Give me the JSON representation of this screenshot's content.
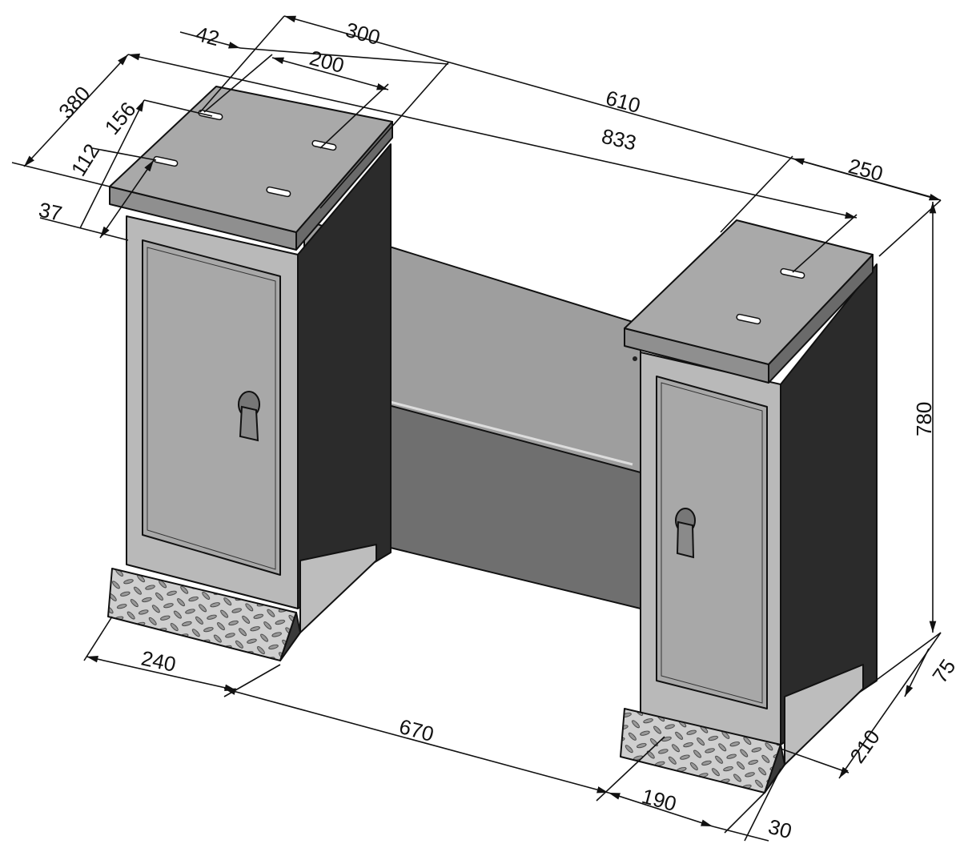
{
  "drawing": {
    "colors": {
      "light_face": "#b9b9b9",
      "top_face": "#a9a9a9",
      "mid_face": "#8f8f8f",
      "dark_face": "#2b2b2b",
      "lower_panel": "#6f6f6f",
      "plate": "#c8c8c8",
      "line": "#111111"
    },
    "dimensions": {
      "d42": "42",
      "d300": "300",
      "d200": "200",
      "d610": "610",
      "d833": "833",
      "d380": "380",
      "d156": "156",
      "d112": "112",
      "d37": "37",
      "d250": "250",
      "d780": "780",
      "d240": "240",
      "d670": "670",
      "d190": "190",
      "d30": "30",
      "d210": "210",
      "d75": "75"
    }
  }
}
